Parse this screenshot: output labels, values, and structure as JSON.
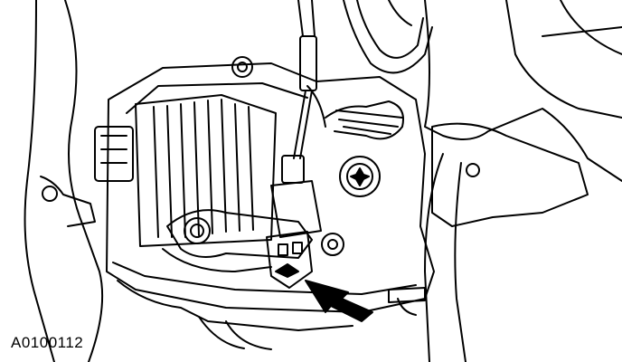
{
  "figure": {
    "id_label": "A0100112",
    "colors": {
      "line": "#000000",
      "background": "#ffffff",
      "arrow": "#000000"
    },
    "parts": [
      "transmission-case",
      "shift-lever",
      "range-sensor",
      "sensor-connector",
      "wiring-harness",
      "mounting-bolt",
      "torx-bolt",
      "bracket",
      "cable-rod",
      "pointer-arrow"
    ]
  }
}
